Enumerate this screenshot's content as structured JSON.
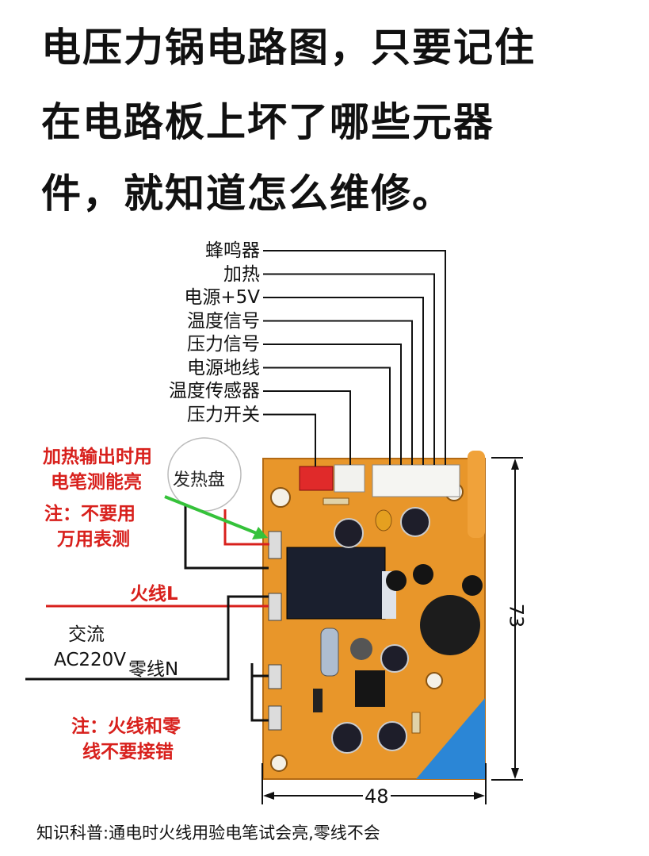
{
  "title": {
    "line1": "电压力锅电路图，只要记住",
    "line2": "在电路板上坏了哪些元器",
    "line3": "件，就知道怎么维修。"
  },
  "connector_labels": [
    "蜂鸣器",
    "加热",
    "电源+5V",
    "温度信号",
    "压力信号",
    "电源地线",
    "温度传感器",
    "压力开关"
  ],
  "annotations": {
    "heating_output_1": "加热输出时用",
    "heating_output_2": "电笔测能亮",
    "note_1": "注：不要用",
    "note_2": "万用表测",
    "heater_plate": "发热盘",
    "live_wire": "火线L",
    "ac_1": "交流",
    "ac_2": "AC220V",
    "neutral_wire": "零线N",
    "warning_1": "注：火线和零",
    "warning_2": "线不要接错"
  },
  "dimensions": {
    "height": "73",
    "width": "48"
  },
  "footer": "知识科普:通电时火线用验电笔试会亮,零线不会",
  "colors": {
    "board": "#e8962a",
    "red_text": "#d8201c",
    "arrow": "#35c23a",
    "relay": "#1a1f2e"
  }
}
